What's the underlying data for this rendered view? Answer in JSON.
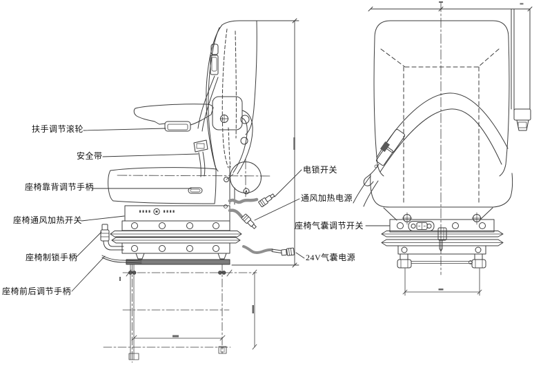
{
  "colors": {
    "background": "#ffffff",
    "line": "#3b3b3b",
    "cable": "#8f8f8f",
    "label_text": "#111111"
  },
  "labels": [
    {
      "name": "armrest-adjust-roller",
      "text": "扶手调节滚轮"
    },
    {
      "name": "safety-belt",
      "text": "安全带"
    },
    {
      "name": "backrest-adjust-handle",
      "text": "座椅靠背调节手柄"
    },
    {
      "name": "vent-heat-switch",
      "text": "座椅通风加热开关"
    },
    {
      "name": "seat-lock-handle",
      "text": "座椅制锁手柄"
    },
    {
      "name": "fore-aft-adjust-handle",
      "text": "座椅前后调节手柄"
    },
    {
      "name": "electric-lock-switch",
      "text": "电锁开关"
    },
    {
      "name": "vent-heat-power",
      "text": "通风加热电源"
    },
    {
      "name": "seat-airbag-adjust-switch",
      "text": "座椅气囊调节开关"
    },
    {
      "name": "airbag-power-24v",
      "text": "24V气囊电源"
    }
  ]
}
